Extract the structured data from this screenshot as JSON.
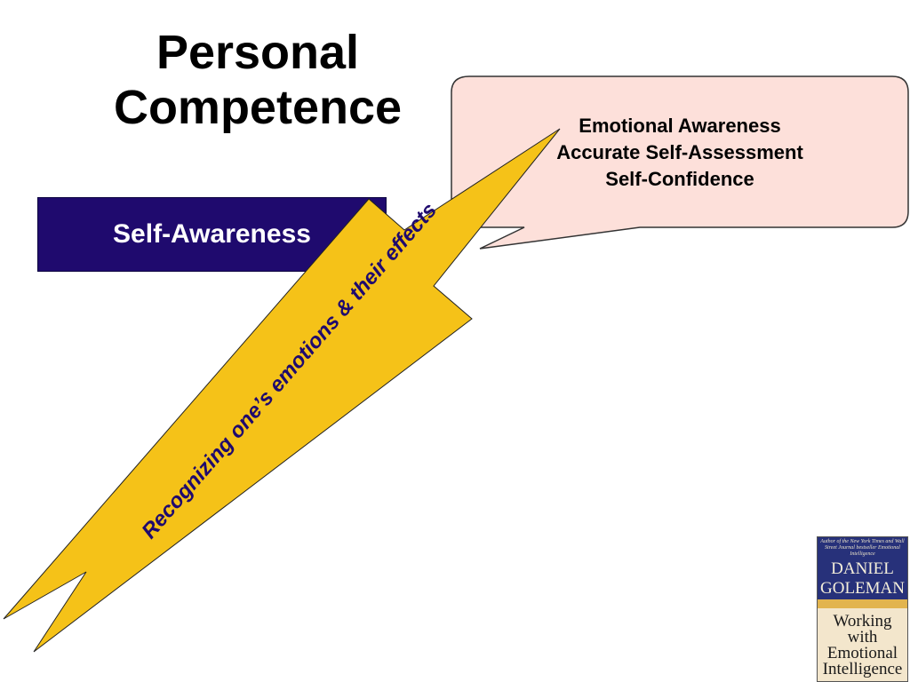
{
  "title": {
    "line1": "Personal",
    "line2": "Competence"
  },
  "callout": {
    "items": [
      "Emotional Awareness",
      "Accurate Self-Assessment",
      "Self-Confidence"
    ],
    "fill": "#fde0da",
    "stroke": "#333333"
  },
  "self_awareness_box": {
    "label": "Self-Awareness",
    "fill": "#1f0a6e"
  },
  "arrow": {
    "label": "Recognizing one’s emotions & their effects",
    "fill": "#f5c218"
  },
  "book": {
    "blurb": "Author of the New York Times and Wall Street Journal bestseller Emotional Intelligence",
    "author_line1": "DANIEL",
    "author_line2": "GOLEMAN",
    "title_lines": [
      "Working",
      "with",
      "Emotional",
      "Intelligence"
    ]
  }
}
